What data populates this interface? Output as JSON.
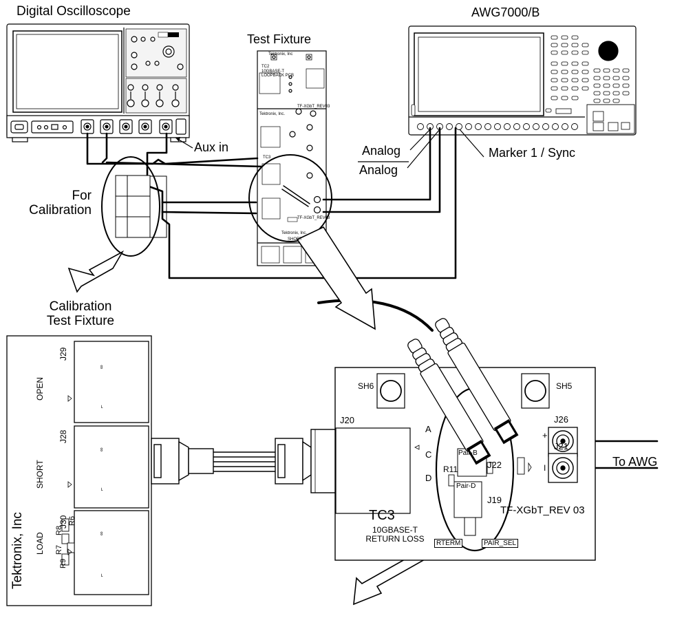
{
  "titles": {
    "oscilloscope": "Digital Oscilloscope",
    "awg": "AWG7000/B",
    "test_fixture": "Test Fixture"
  },
  "callouts": {
    "aux_in": "Aux in",
    "analog_1": "Analog",
    "analog_2": "Analog",
    "marker_sync": "Marker 1 / Sync",
    "for_calibration": "For\nCalibration",
    "calibration_test_fixture": "Calibration\nTest Fixture",
    "to_awg": "To AWG"
  },
  "calibration_fixture": {
    "brand": "Tektronix, Inc",
    "sections": [
      {
        "connector": "J29",
        "name": "OPEN"
      },
      {
        "connector": "J28",
        "name": "SHORT"
      },
      {
        "connector": "J30",
        "name": "LOAD"
      }
    ],
    "resistors": [
      "R8",
      "R6",
      "R7",
      "R9"
    ],
    "pin_top": "∞",
    "pin_bottom": "⌐"
  },
  "tc3_board": {
    "name": "TC3",
    "subtitle": "10GBASE-T\nRETURN LOSS",
    "revision": "TF-XGbT_REV 03",
    "connectors": [
      "SH6",
      "SH5",
      "J20",
      "J26",
      "J21",
      "J22",
      "J19"
    ],
    "pair_letters": [
      "A",
      "C",
      "D"
    ],
    "pairs": [
      "Pair-B",
      "Pair-D"
    ],
    "resistor": "R11",
    "polarity": [
      "+",
      "I"
    ],
    "boxes": [
      "RTERM",
      "PAIR_SEL"
    ]
  },
  "test_fixture_small_text": {
    "brand_top": "Tektronix, Inc",
    "brand_mid": "Tektronix, Inc.",
    "brand_bottom": "Tektronix, Inc.",
    "tc2": "TC2",
    "tc2_sub": "10GBASE-T\nLOOPBACK PCB",
    "rev_mid": "TF-XGbT_REV03",
    "rev_low": "TF-XGbT_REV03",
    "tc3_small": "TC3",
    "short": "SHORT"
  }
}
